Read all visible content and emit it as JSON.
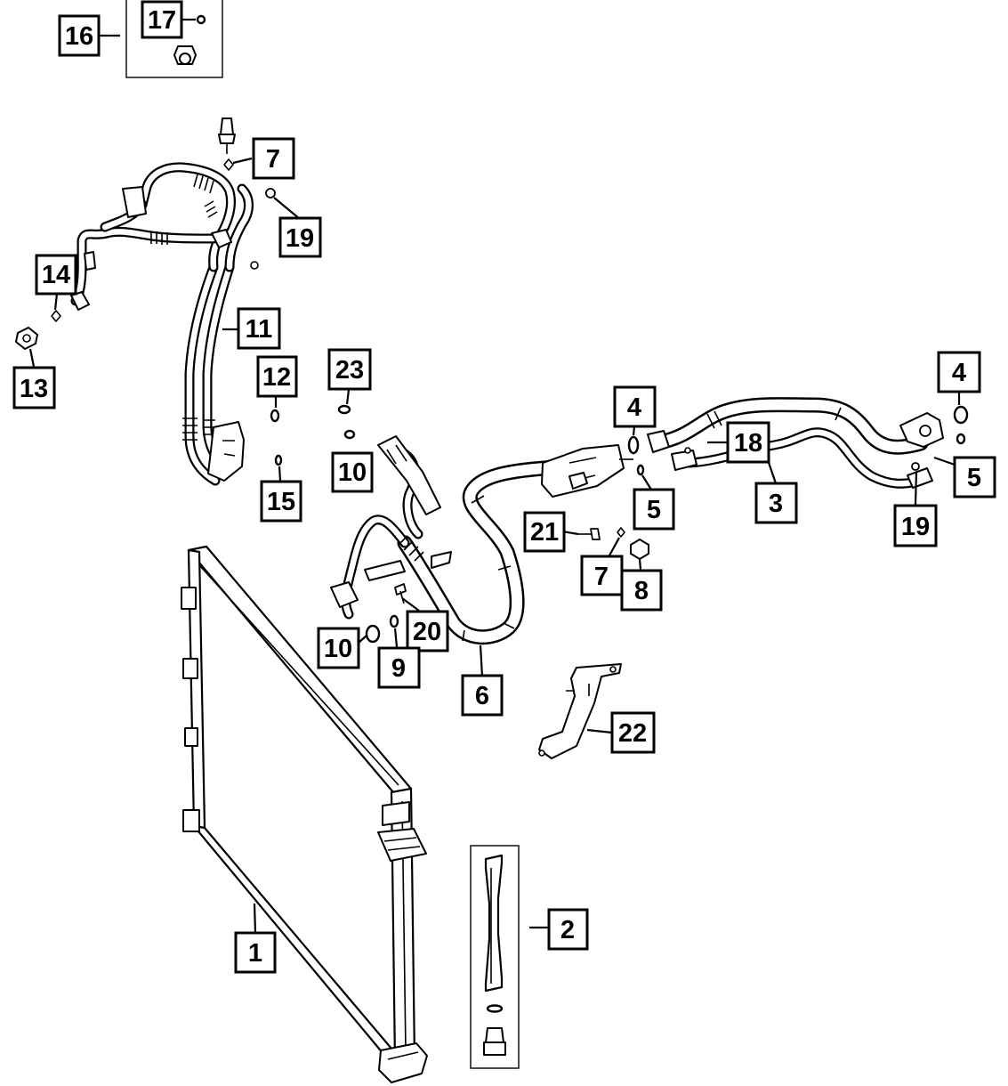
{
  "diagram": {
    "callouts": [
      {
        "id": "c16",
        "label": "16"
      },
      {
        "id": "c17",
        "label": "17"
      },
      {
        "id": "c7a",
        "label": "7"
      },
      {
        "id": "c19a",
        "label": "19"
      },
      {
        "id": "c14",
        "label": "14"
      },
      {
        "id": "c13",
        "label": "13"
      },
      {
        "id": "c11",
        "label": "11"
      },
      {
        "id": "c12",
        "label": "12"
      },
      {
        "id": "c15",
        "label": "15"
      },
      {
        "id": "c23",
        "label": "23"
      },
      {
        "id": "c10a",
        "label": "10"
      },
      {
        "id": "c4a",
        "label": "4"
      },
      {
        "id": "c18",
        "label": "18"
      },
      {
        "id": "c4b",
        "label": "4"
      },
      {
        "id": "c5a",
        "label": "5"
      },
      {
        "id": "c3",
        "label": "3"
      },
      {
        "id": "c5b",
        "label": "5"
      },
      {
        "id": "c21",
        "label": "21"
      },
      {
        "id": "c19b",
        "label": "19"
      },
      {
        "id": "c7b",
        "label": "7"
      },
      {
        "id": "c8",
        "label": "8"
      },
      {
        "id": "c10b",
        "label": "10"
      },
      {
        "id": "c20",
        "label": "20"
      },
      {
        "id": "c9",
        "label": "9"
      },
      {
        "id": "c6",
        "label": "6"
      },
      {
        "id": "c22",
        "label": "22"
      },
      {
        "id": "c2",
        "label": "2"
      },
      {
        "id": "c1",
        "label": "1"
      }
    ]
  },
  "colors": {
    "line": "#000000",
    "background": "#ffffff"
  }
}
